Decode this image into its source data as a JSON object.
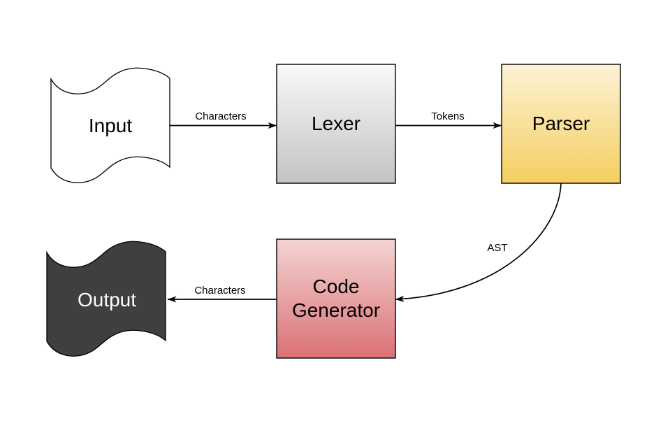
{
  "diagram": {
    "background": "#ffffff",
    "stroke_color": "#000000",
    "nodes": {
      "input": {
        "label": "Input",
        "shape": "tape",
        "fill": "#ffffff",
        "text_color": "#000000"
      },
      "lexer": {
        "label": "Lexer",
        "shape": "rect",
        "fill_top": "#f9f9f9",
        "fill_bottom": "#c3c3c3",
        "text_color": "#000000"
      },
      "parser": {
        "label": "Parser",
        "shape": "rect",
        "fill_top": "#fdf3d6",
        "fill_bottom": "#f5ce60",
        "text_color": "#000000"
      },
      "code_generator": {
        "label": "Code Generator",
        "shape": "rect",
        "fill_top": "#f4d4d3",
        "fill_bottom": "#da7176",
        "text_color": "#000000"
      },
      "output": {
        "label": "Output",
        "shape": "tape",
        "fill": "#3f3f3f",
        "text_color": "#ffffff"
      }
    },
    "edges": {
      "input_to_lexer": {
        "label": "Characters"
      },
      "lexer_to_parser": {
        "label": "Tokens"
      },
      "parser_to_code_generator": {
        "label": "AST"
      },
      "code_generator_to_output": {
        "label": "Characters"
      }
    }
  }
}
